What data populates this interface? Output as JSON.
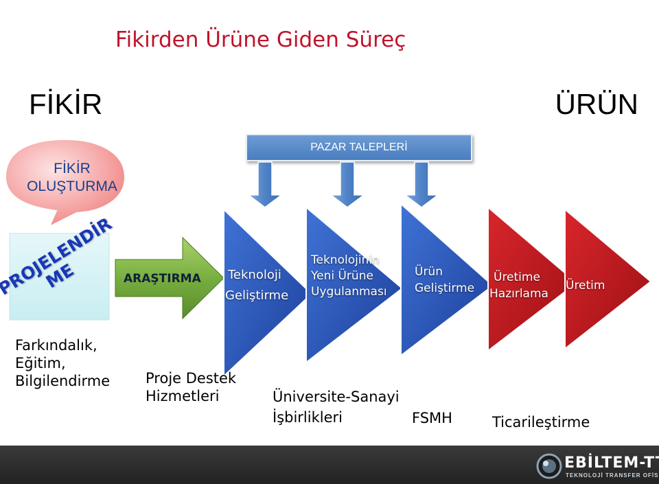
{
  "title": "Fikirden Ürüne Giden Süreç",
  "left_label": "FİKİR",
  "right_label": "ÜRÜN",
  "idea_bubble": {
    "line1": "FİKİR",
    "line2": "OLUŞTURMA"
  },
  "project_box": {
    "line1": "PROJELENDİR",
    "line2": "ME"
  },
  "research_arrow": {
    "label": "ARAŞTIRMA"
  },
  "market_bar": {
    "label": "PAZAR TALEPLERİ"
  },
  "stages": [
    {
      "line1": "Teknoloji",
      "line2": "Geliştirme"
    },
    {
      "line1": "Teknolojinin",
      "line2": "Yeni Ürüne",
      "line3": "Uygulanması"
    },
    {
      "line1": "Ürün",
      "line2": "Geliştirme"
    },
    {
      "line1": "Üretime",
      "line2": "Hazırlama"
    },
    {
      "line1": "Üretim"
    }
  ],
  "bottom_labels": {
    "awareness": {
      "line1": "Farkındalık,",
      "line2": "Eğitim,",
      "line3": "Bilgilendirme"
    },
    "project_support": {
      "line1": "Proje Destek",
      "line2": "Hizmetleri"
    },
    "university_industry": {
      "line1": "Üniversite-Sanayi",
      "line2": "İşbirlikleri"
    },
    "fsmh": "FSMH",
    "commercialization": "Ticarileştirme"
  },
  "logo": {
    "name": "EBİLTEM-TTO",
    "subtitle": "TEKNOLOJİ TRANSFER OFİSİ"
  },
  "colors": {
    "title": "#c0142a",
    "blue_stage": "#2553b8",
    "red_stage": "#b8171c",
    "green_arrow": "#6fa43a",
    "bubble": "#f4a3a3",
    "market_bar": "#4a7ec0"
  }
}
